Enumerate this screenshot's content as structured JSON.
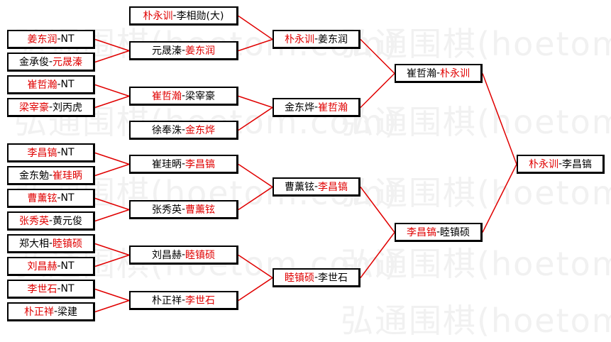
{
  "watermark": "弘通围棋(hoetom.com)",
  "colors": {
    "winner": "#e00000",
    "line": "#e00000",
    "text": "#000000"
  },
  "round1": [
    {
      "p1": "姜东润",
      "p2": "NT",
      "winner": 1
    },
    {
      "p1": "金承俊",
      "p2": "元晟溱",
      "winner": 2
    },
    {
      "p1": "崔哲瀚",
      "p2": "NT",
      "winner": 1
    },
    {
      "p1": "梁宰豪",
      "p2": "刘丙虎",
      "winner": 1
    },
    {
      "p1": "李昌镐",
      "p2": "NT",
      "winner": 1
    },
    {
      "p1": "金东勉",
      "p2": "崔珪昞",
      "winner": 2
    },
    {
      "p1": "曹薰铉",
      "p2": "NT",
      "winner": 1
    },
    {
      "p1": "张秀英",
      "p2": "黄元俊",
      "winner": 1
    },
    {
      "p1": "郑大相",
      "p2": "睦镇硕",
      "winner": 2
    },
    {
      "p1": "刘昌赫",
      "p2": "NT",
      "winner": 1
    },
    {
      "p1": "李世石",
      "p2": "NT",
      "winner": 1
    },
    {
      "p1": "朴正祥",
      "p2": "梁建",
      "winner": 1
    }
  ],
  "round2": [
    {
      "p1": "朴永训",
      "p2": "李相勋(大)",
      "winner": 1
    },
    {
      "p1": "元晟溱",
      "p2": "姜东润",
      "winner": 2
    },
    {
      "p1": "崔哲瀚",
      "p2": "梁宰豪",
      "winner": 1
    },
    {
      "p1": "徐奉洙",
      "p2": "金东烨",
      "winner": 2
    },
    {
      "p1": "崔珪昞",
      "p2": "李昌镐",
      "winner": 2
    },
    {
      "p1": "张秀英",
      "p2": "曹薰铉",
      "winner": 2
    },
    {
      "p1": "刘昌赫",
      "p2": "睦镇硕",
      "winner": 2
    },
    {
      "p1": "朴正祥",
      "p2": "李世石",
      "winner": 2
    }
  ],
  "round3": [
    {
      "p1": "朴永训",
      "p2": "姜东润",
      "winner": 1
    },
    {
      "p1": "金东烨",
      "p2": "崔哲瀚",
      "winner": 2
    },
    {
      "p1": "曹薰铉",
      "p2": "李昌镐",
      "winner": 2
    },
    {
      "p1": "睦镇硕",
      "p2": "李世石",
      "winner": 1
    }
  ],
  "semifinal": [
    {
      "p1": "崔哲瀚",
      "p2": "朴永训",
      "winner": 2
    },
    {
      "p1": "李昌镐",
      "p2": "睦镇硕",
      "winner": 1
    }
  ],
  "final": {
    "p1": "朴永训",
    "p2": "李昌镐",
    "winner": 1
  }
}
